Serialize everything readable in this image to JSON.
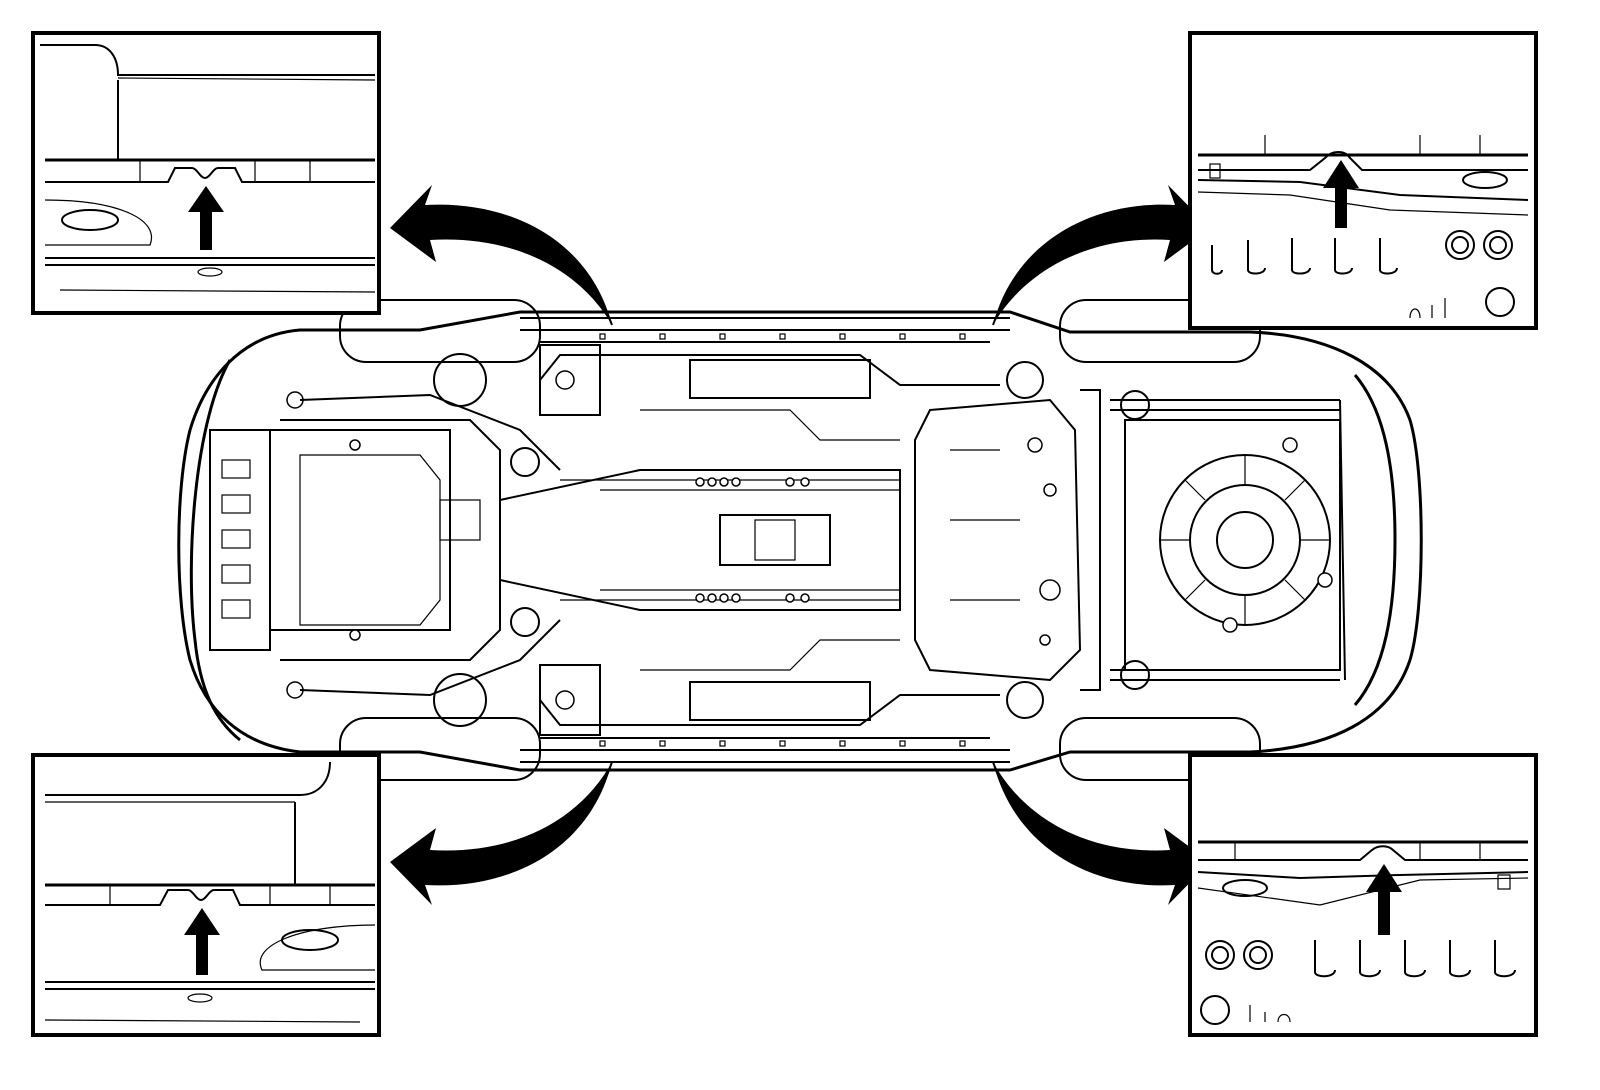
{
  "diagram": {
    "subject": "vehicle-underbody-lift-points",
    "line_color": "#000000",
    "background_color": "#ffffff",
    "insets": [
      {
        "id": "front-left",
        "icon": "up-arrow-icon"
      },
      {
        "id": "rear-left",
        "icon": "up-arrow-icon"
      },
      {
        "id": "front-right",
        "icon": "up-arrow-icon"
      },
      {
        "id": "rear-right",
        "icon": "up-arrow-icon"
      }
    ],
    "callout_arrows": 4
  }
}
